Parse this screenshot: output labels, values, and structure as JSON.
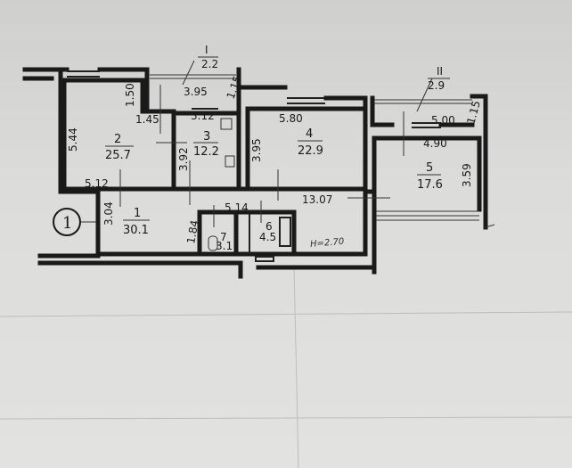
{
  "plan": {
    "rooms": [
      {
        "number": "1",
        "area": "30.1"
      },
      {
        "number": "2",
        "area": "25.7"
      },
      {
        "number": "3",
        "area": "12.2"
      },
      {
        "number": "4",
        "area": "22.9"
      },
      {
        "number": "5",
        "area": "17.6"
      },
      {
        "number": "6",
        "area": "4.5"
      },
      {
        "number": "7",
        "area": "3.1"
      }
    ],
    "balconies": [
      {
        "number": "I",
        "area": "2.2"
      },
      {
        "number": "II",
        "area": "2.9"
      }
    ],
    "dimensions": {
      "d544": "5.44",
      "d150": "1.50",
      "d145": "1.45",
      "d395a": "3.95",
      "d115a": "1.15",
      "d312": "3.12",
      "d392": "3.92",
      "d395b": "3.95",
      "d580": "5.80",
      "d512": "5.12",
      "d304": "3.04",
      "d514": "5.14",
      "d184": "1.84",
      "d1307": "13.07",
      "d500": "5.00",
      "d115b": "1.15",
      "d490": "4.90",
      "d359": "3.59"
    },
    "marker": "1",
    "handwritten": "H=2.70"
  }
}
